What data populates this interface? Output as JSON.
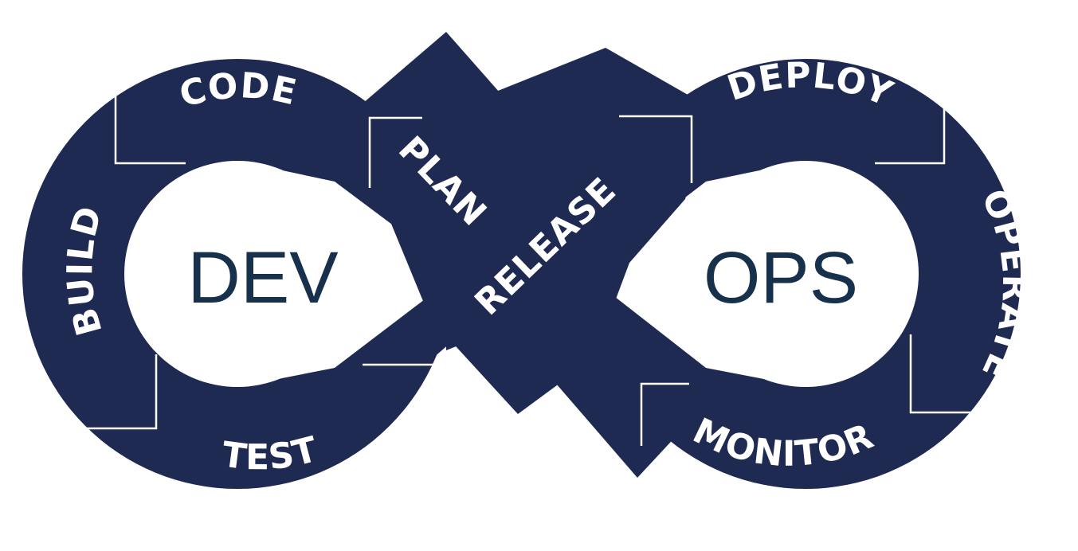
{
  "colors": {
    "band": "#1f2a52",
    "divider": "#ffffff",
    "hub_text": "#17314d"
  },
  "hubs": {
    "left": "DEV",
    "right": "OPS"
  },
  "stages": {
    "code": "CODE",
    "plan": "PLAN",
    "build": "BUILD",
    "test": "TEST",
    "release": "RELEASE",
    "deploy": "DEPLOY",
    "operate": "OPERATE",
    "monitor": "MONITOR"
  }
}
